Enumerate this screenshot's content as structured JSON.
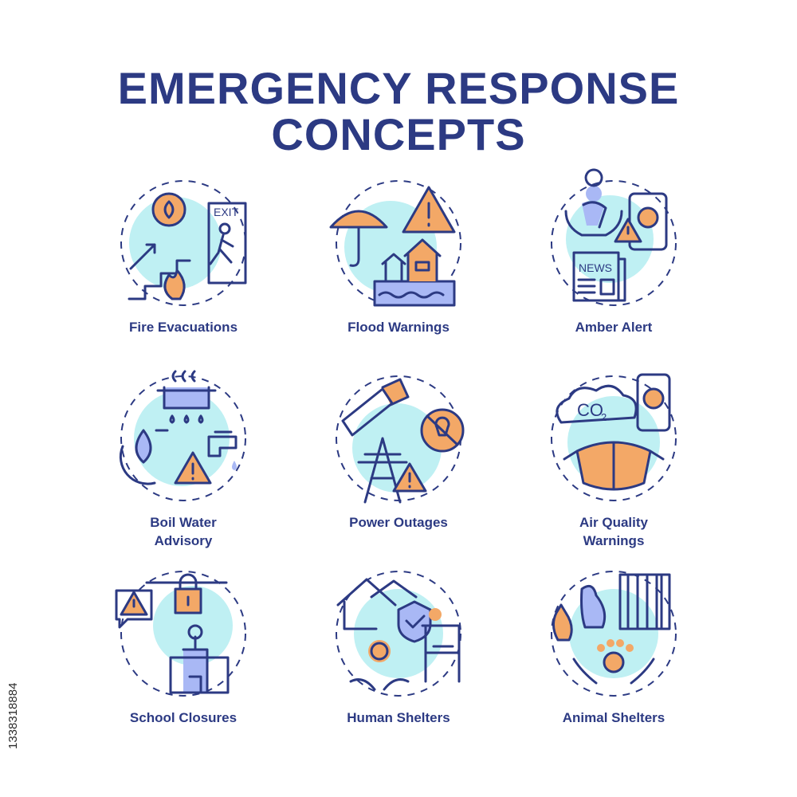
{
  "title": {
    "line1": "EMERGENCY RESPONSE",
    "line2": "CONCEPTS"
  },
  "icons": [
    {
      "label": "Fire Evacuations",
      "icon": "fire-evacuation-icon",
      "exit_sign": "EXIT"
    },
    {
      "label": "Flood Warnings",
      "icon": "flood-warning-icon"
    },
    {
      "label": "Amber Alert",
      "icon": "amber-alert-icon",
      "news_sign": "NEWS"
    },
    {
      "label_line1": "Boil Water",
      "label_line2": "Advisory",
      "icon": "boil-water-icon"
    },
    {
      "label": "Power Outages",
      "icon": "power-outage-icon"
    },
    {
      "label_line1": "Air Quality",
      "label_line2": "Warnings",
      "icon": "air-quality-icon",
      "co2": "CO"
    },
    {
      "label": "School Closures",
      "icon": "school-closure-icon"
    },
    {
      "label": "Human Shelters",
      "icon": "human-shelter-icon"
    },
    {
      "label": "Animal Shelters",
      "icon": "animal-shelter-icon"
    }
  ],
  "stock_id": "1338318884",
  "colors": {
    "navy": "#2c3a83",
    "orange": "#f3a867",
    "lavender": "#a9b8f5",
    "cyan": "#bff0f3"
  }
}
